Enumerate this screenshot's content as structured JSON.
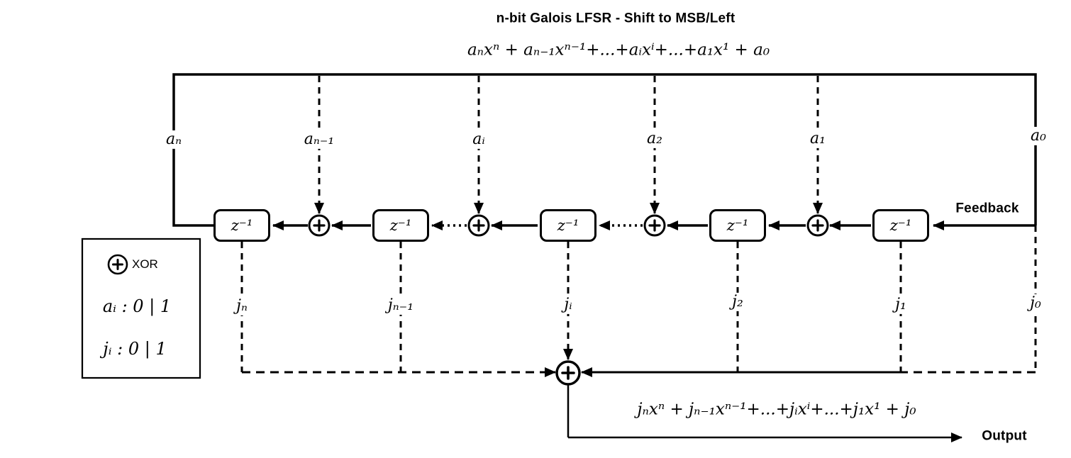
{
  "title": "n-bit Galois LFSR - Shift to MSB/Left",
  "feedback_polynomial": "aₙxⁿ + aₙ₋₁xⁿ⁻¹+...+aᵢxⁱ+...+a₁x¹ + a₀",
  "output_polynomial": "jₙxⁿ + jₙ₋₁xⁿ⁻¹+...+jᵢxⁱ+...+j₁x¹ + j₀",
  "feedback_label": "Feedback",
  "output_label": "Output",
  "register": {
    "delay_label": "z⁻¹"
  },
  "taps_a": [
    "aₙ",
    "aₙ₋₁",
    "aᵢ",
    "a₂",
    "a₁",
    "a₀"
  ],
  "taps_j": [
    "jₙ",
    "jₙ₋₁",
    "jᵢ",
    "j₂",
    "j₁",
    "j₀"
  ],
  "legend": {
    "xor_label": "XOR",
    "a_values": "aᵢ : 0 | 1",
    "j_values": "jᵢ : 0 | 1"
  },
  "colors": {
    "line": "#000000",
    "background": "#ffffff"
  }
}
